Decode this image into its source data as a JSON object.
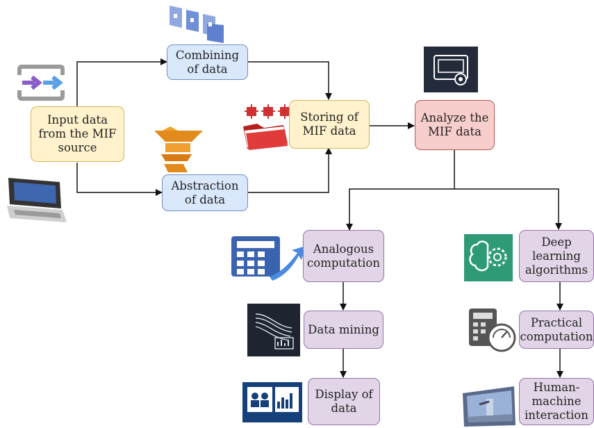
{
  "nodes": {
    "input_data": "Input data\nfrom the MIF\nsource",
    "combining": "Combining\nof data",
    "abstraction": "Abstraction\nof data",
    "storing": "Storing of\nMIF data",
    "analyze": "Analyze the\nMIF data",
    "analogous": "Analogous\ncomputation",
    "data_mining": "Data mining",
    "display": "Display of\ndata",
    "deep_learning": "Deep\nlearning\nalgorithms",
    "practical": "Practical\ncomputation",
    "human_machine": "Human-\nmachine\ninteraction"
  },
  "colors": {
    "blue_fill": "#dae8fc",
    "yellow_fill": "#fff2cc",
    "red_fill": "#f8cecc",
    "purple_fill": "#e1d5e7",
    "connector": "#111111"
  },
  "icons": [
    "document-sheets-icon",
    "transfer-arrows-icon",
    "laptop-device-icon",
    "stack-layers-icon",
    "storage-folder-icon",
    "tablet-gear-icon",
    "calculator-chart-icon",
    "data-stream-icon",
    "dashboard-screens-icon",
    "brain-gear-icon",
    "calculator-gauge-icon",
    "robot-room-icon"
  ]
}
